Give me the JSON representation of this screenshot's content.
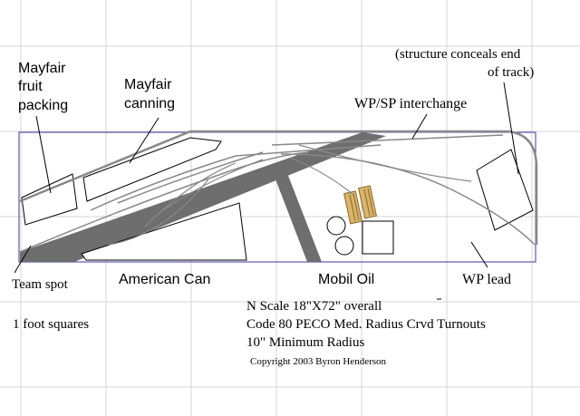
{
  "labels": {
    "mayfair_fruit_line1": "Mayfair",
    "mayfair_fruit_line2": "fruit",
    "mayfair_fruit_line3": "packing",
    "mayfair_canning_line1": "Mayfair",
    "mayfair_canning_line2": "canning",
    "structure_note_line1": "(structure conceals end",
    "structure_note_line2": "of track)",
    "interchange": "WP/SP interchange",
    "team_spot": "Team spot",
    "american_can": "American Can",
    "mobil_oil": "Mobil Oil",
    "wp_lead": "WP lead",
    "grid_note": "1 foot squares"
  },
  "specs": {
    "scale": "N Scale 18\"X72\" overall",
    "turnouts": "Code 80 PECO Med. Radius  Crvd Turnouts",
    "radius": "10\" Minimum Radius",
    "copyright": "Copyright 2003 Byron Henderson"
  },
  "colors": {
    "grid": "#d6d6d6",
    "board_outline": "#3a3aa0",
    "track": "#888888",
    "roads": "#6e6e6e",
    "tank_fill": "#d9b46a",
    "tank_stroke": "#8a6a2a"
  }
}
